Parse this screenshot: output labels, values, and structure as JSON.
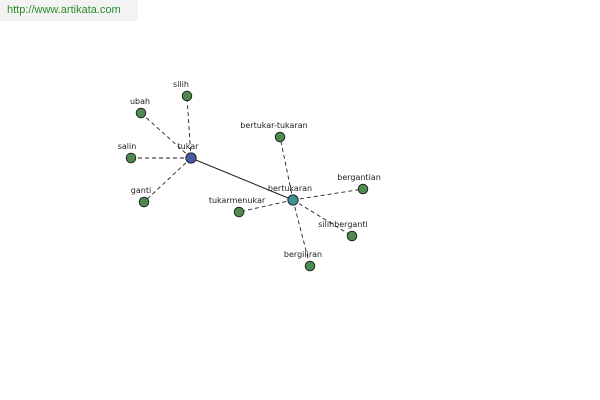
{
  "watermark": "http://www.artikata.com",
  "colors": {
    "leaf": "#4e8a4e",
    "hub_primary": "#4a5aa0",
    "hub_secondary": "#3f8f95",
    "stroke": "#1a1a1a",
    "edge": "#222222"
  },
  "graph": {
    "nodes": [
      {
        "id": "tukar",
        "label": "tukar",
        "kind": "hub_primary"
      },
      {
        "id": "bertukaran",
        "label": "bertukaran",
        "kind": "hub_secondary"
      },
      {
        "id": "silih",
        "label": "silih",
        "kind": "leaf"
      },
      {
        "id": "ubah",
        "label": "ubah",
        "kind": "leaf"
      },
      {
        "id": "salin",
        "label": "salin",
        "kind": "leaf"
      },
      {
        "id": "ganti",
        "label": "ganti",
        "kind": "leaf"
      },
      {
        "id": "bertukar-tukaran",
        "label": "bertukar-tukaran",
        "kind": "leaf"
      },
      {
        "id": "bergantian",
        "label": "bergantian",
        "kind": "leaf"
      },
      {
        "id": "tukarmenukar",
        "label": "tukarmenukar",
        "kind": "leaf"
      },
      {
        "id": "silihberganti",
        "label": "silihberganti",
        "kind": "leaf"
      },
      {
        "id": "bergiliran",
        "label": "bergiliran",
        "kind": "leaf"
      }
    ],
    "edges": [
      {
        "from": "tukar",
        "to": "bertukaran",
        "style": "solid"
      },
      {
        "from": "tukar",
        "to": "silih",
        "style": "dashed"
      },
      {
        "from": "tukar",
        "to": "ubah",
        "style": "dashed"
      },
      {
        "from": "tukar",
        "to": "salin",
        "style": "dashed"
      },
      {
        "from": "tukar",
        "to": "ganti",
        "style": "dashed"
      },
      {
        "from": "bertukaran",
        "to": "bertukar-tukaran",
        "style": "dashed"
      },
      {
        "from": "bertukaran",
        "to": "bergantian",
        "style": "dashed"
      },
      {
        "from": "bertukaran",
        "to": "tukarmenukar",
        "style": "dashed"
      },
      {
        "from": "bertukaran",
        "to": "silihberganti",
        "style": "dashed"
      },
      {
        "from": "bertukaran",
        "to": "bergiliran",
        "style": "dashed"
      }
    ]
  }
}
